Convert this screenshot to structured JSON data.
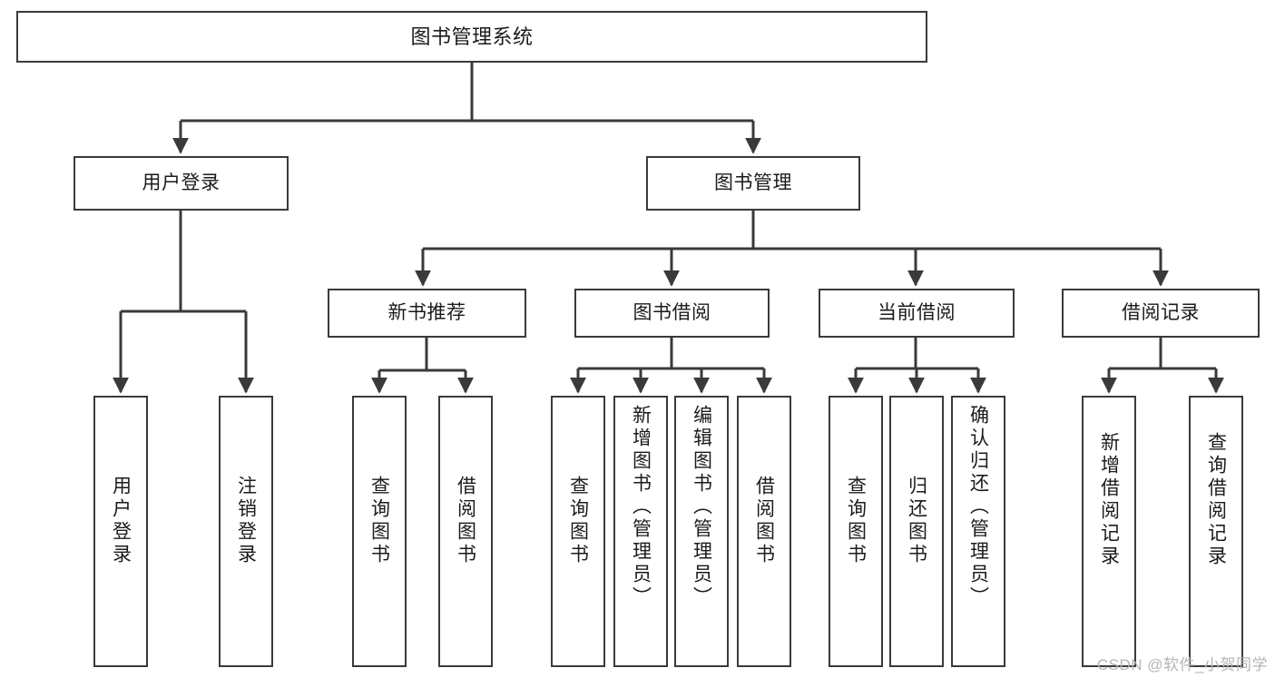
{
  "diagram": {
    "title": "图书管理系统",
    "watermark": "CSDN @软件_小贺同学",
    "stroke_color": "#3a3a3a",
    "text_color": "#1b1b1b",
    "background_color": "#ffffff",
    "watermark_color": "#b4b4b4"
  },
  "nodes": {
    "root": {
      "label": "图书管理系统"
    },
    "level2": [
      {
        "id": "user-login",
        "label": "用户登录"
      },
      {
        "id": "book-management",
        "label": "图书管理"
      }
    ],
    "level3": [
      {
        "id": "new-book-recommend",
        "label": "新书推荐"
      },
      {
        "id": "book-borrow",
        "label": "图书借阅"
      },
      {
        "id": "current-borrow",
        "label": "当前借阅"
      },
      {
        "id": "borrow-record",
        "label": "借阅记录"
      }
    ],
    "leaves": {
      "user_login": [
        {
          "id": "leaf-user-login",
          "label": "用户登录"
        },
        {
          "id": "leaf-logout-login",
          "label": "注销登录"
        }
      ],
      "new_book_recommend": [
        {
          "id": "leaf-query-book-1",
          "label": "查询图书"
        },
        {
          "id": "leaf-borrow-book-1",
          "label": "借阅图书"
        }
      ],
      "book_borrow": [
        {
          "id": "leaf-query-book-2",
          "label": "查询图书"
        },
        {
          "id": "leaf-add-book",
          "label": "新增图书（管理员）"
        },
        {
          "id": "leaf-edit-book",
          "label": "编辑图书（管理员）"
        },
        {
          "id": "leaf-borrow-book-2",
          "label": "借阅图书"
        }
      ],
      "current_borrow": [
        {
          "id": "leaf-query-book-3",
          "label": "查询图书"
        },
        {
          "id": "leaf-return-book",
          "label": "归还图书"
        },
        {
          "id": "leaf-confirm-return",
          "label": "确认归还（管理员）"
        }
      ],
      "borrow_record": [
        {
          "id": "leaf-add-record",
          "label": "新增借阅记录"
        },
        {
          "id": "leaf-query-record",
          "label": "查询借阅记录"
        }
      ]
    }
  },
  "chart_data": {
    "type": "diagram",
    "subtype": "tree-hierarchy",
    "title": "图书管理系统",
    "orientation": "top-down",
    "edge_style": "orthogonal-with-arrowheads",
    "levels": 4,
    "tree": {
      "label": "图书管理系统",
      "children": [
        {
          "label": "用户登录",
          "children": [
            {
              "label": "用户登录",
              "children": []
            },
            {
              "label": "注销登录",
              "children": []
            }
          ]
        },
        {
          "label": "图书管理",
          "children": [
            {
              "label": "新书推荐",
              "children": [
                {
                  "label": "查询图书",
                  "children": []
                },
                {
                  "label": "借阅图书",
                  "children": []
                }
              ]
            },
            {
              "label": "图书借阅",
              "children": [
                {
                  "label": "查询图书",
                  "children": []
                },
                {
                  "label": "新增图书（管理员）",
                  "children": []
                },
                {
                  "label": "编辑图书（管理员）",
                  "children": []
                },
                {
                  "label": "借阅图书",
                  "children": []
                }
              ]
            },
            {
              "label": "当前借阅",
              "children": [
                {
                  "label": "查询图书",
                  "children": []
                },
                {
                  "label": "归还图书",
                  "children": []
                },
                {
                  "label": "确认归还（管理员）",
                  "children": []
                }
              ]
            },
            {
              "label": "借阅记录",
              "children": [
                {
                  "label": "新增借阅记录",
                  "children": []
                },
                {
                  "label": "查询借阅记录",
                  "children": []
                }
              ]
            }
          ]
        }
      ]
    }
  }
}
